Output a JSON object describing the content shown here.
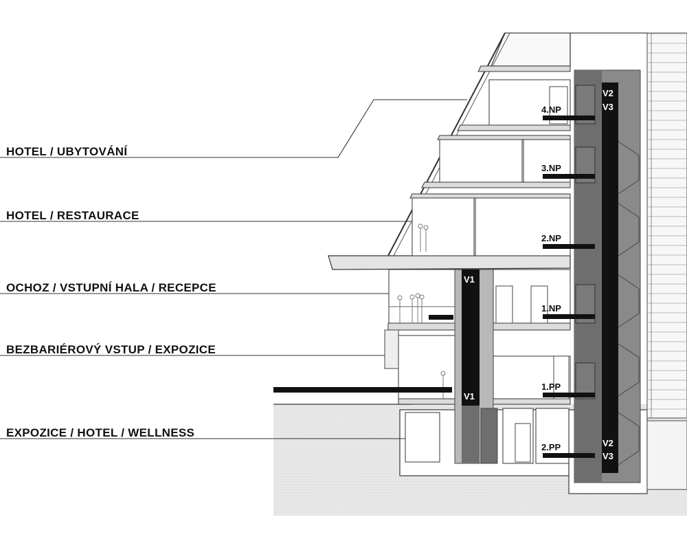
{
  "labels": {
    "hotel_ubytovani": "HOTEL / UBYTOVÁNÍ",
    "hotel_restaurace": "HOTEL / RESTAURACE",
    "ochoz": "OCHOZ / VSTUPNÍ HALA / RECEPCE",
    "bezbarierovy": "BEZBARIÉROVÝ VSTUP / EXPOZICE",
    "expozice": "EXPOZICE / HOTEL / WELLNESS"
  },
  "floors": {
    "f4np": "4.NP",
    "f3np": "3.NP",
    "f2np": "2.NP",
    "f1np": "1.NP",
    "f1pp": "1.PP",
    "f2pp": "2.PP"
  },
  "lifts": {
    "v1_top": "V1",
    "v1_bottom": "V1",
    "v2_top": "V2",
    "v3_top": "V3",
    "v2_bottom": "V2",
    "v3_bottom": "V3"
  },
  "colors": {
    "ink": "#111111",
    "line": "#333333",
    "core_dark": "#6e6e6e",
    "core_light": "#b8b8b8",
    "slab_fill": "#f2f2f2",
    "ground": "#e6e6e6"
  }
}
